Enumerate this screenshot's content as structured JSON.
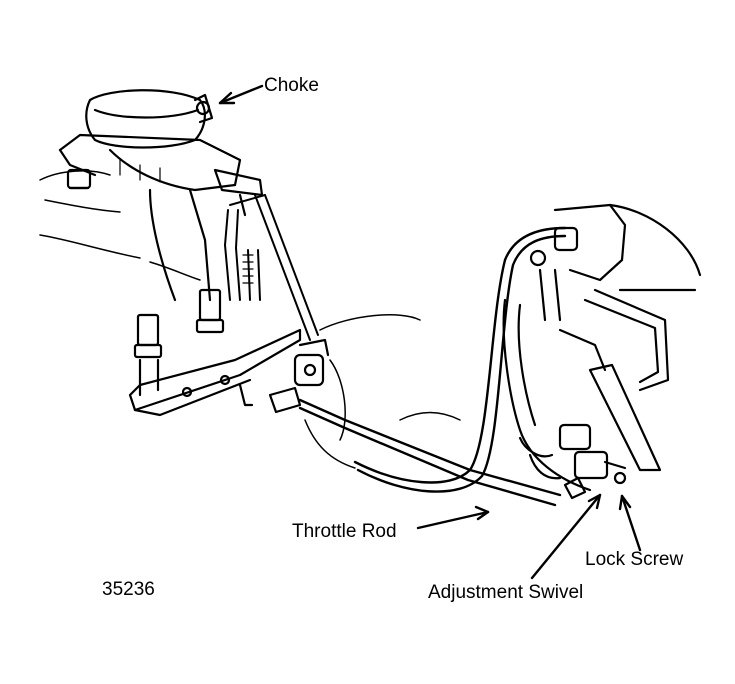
{
  "figure": {
    "figure_number": "35236",
    "labels": {
      "choke": "Choke",
      "throttle_rod": "Throttle Rod",
      "lock_screw": "Lock Screw",
      "adjustment_swivel": "Adjustment Swivel"
    },
    "line_color": "#000000",
    "background": "#ffffff"
  }
}
